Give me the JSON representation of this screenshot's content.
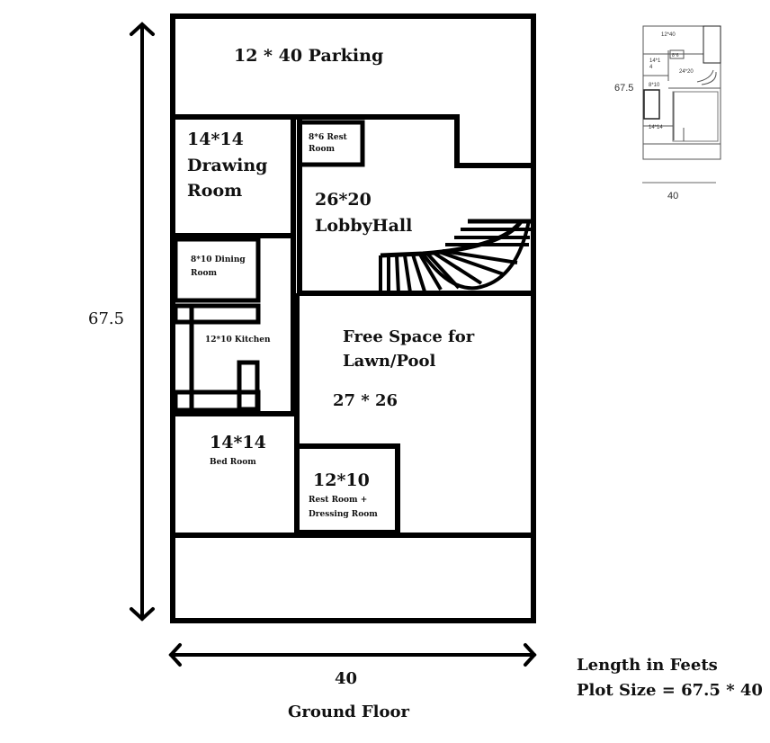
{
  "plan": {
    "title": "Ground Floor",
    "width_label": "40",
    "height_label": "67.5",
    "units_note": "Length in Feets",
    "plot_size": "Plot Size = 67.5 * 40",
    "colors": {
      "wall": "#000000",
      "background": "#ffffff",
      "mini_wall": "#555555"
    }
  },
  "rooms": {
    "parking": {
      "label": "12 * 40 Parking"
    },
    "drawing": {
      "dims": "14*14",
      "name_line1": "Drawing",
      "name_line2": "Room"
    },
    "rest_small": {
      "line1": "8*6 Rest",
      "line2": "Room"
    },
    "lobby": {
      "dims": "26*20",
      "name": "LobbyHall"
    },
    "dining": {
      "line1": "8*10 Dining",
      "line2": "Room"
    },
    "kitchen": {
      "label": "12*10 Kitchen"
    },
    "lawn": {
      "line1": "Free Space for",
      "line2": "Lawn/Pool",
      "dims": "27 * 26"
    },
    "bed": {
      "dims": "14*14",
      "name": "Bed Room"
    },
    "rest_dressing": {
      "dims": "12*10",
      "line1": "Rest Room +",
      "line2": "Dressing Room"
    }
  },
  "thumbnail": {
    "height_label": "67.5",
    "width_label": "40",
    "labels": {
      "parking": "12*40",
      "rest": "8*6",
      "drawing_line1": "14*1",
      "drawing_line2": "4",
      "lobby": "24*20",
      "dining": "8*10",
      "bed": "14*14"
    }
  }
}
